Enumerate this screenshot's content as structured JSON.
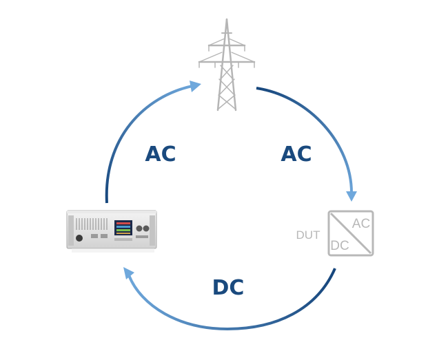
{
  "flow_labels": {
    "left_ac": "AC",
    "right_ac": "AC",
    "bottom_dc": "DC"
  },
  "dut": {
    "label": "DUT",
    "top_text": "AC",
    "bottom_text": "DC"
  },
  "icons": {
    "grid": "power-pylon-icon",
    "source": "power-supply-unit",
    "converter": "ac-dc-converter-icon"
  },
  "colors": {
    "arrow_dark": "#16467c",
    "arrow_light": "#6fa8dc",
    "label": "#1a4a7e",
    "pylon": "#b5b5b5",
    "dut": "#b8b8b8"
  }
}
